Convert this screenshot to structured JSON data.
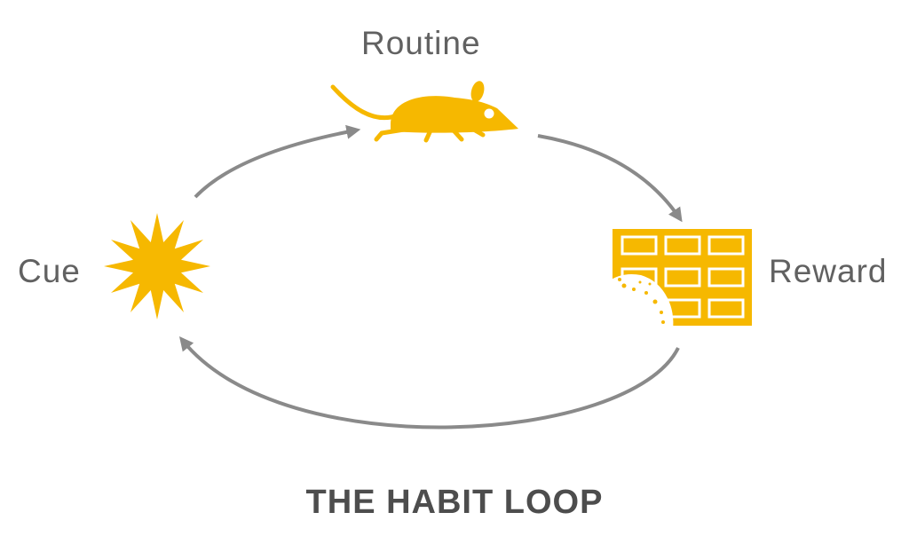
{
  "labels": {
    "routine": "Routine",
    "cue": "Cue",
    "reward": "Reward"
  },
  "title": "THE HABIT LOOP",
  "icons": {
    "routine": "mouse-icon",
    "cue": "starburst-icon",
    "reward": "chocolate-bar-icon"
  },
  "colors": {
    "icon": "#F6B800",
    "arrow": "#8A8A8A",
    "label": "#616161",
    "title": "#4D4D4D"
  }
}
